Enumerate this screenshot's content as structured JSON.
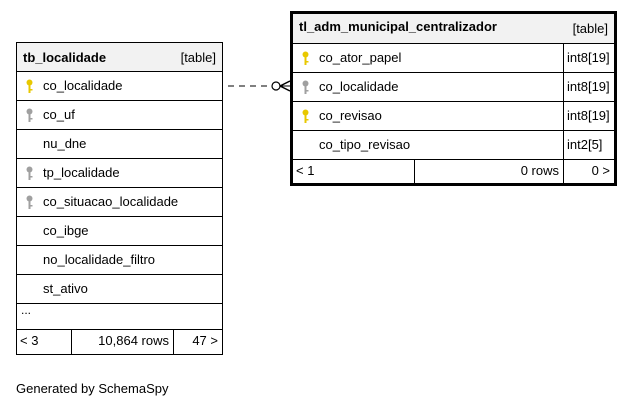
{
  "tables": {
    "tb_localidade": {
      "name": "tb_localidade",
      "kind": "[table]",
      "columns": [
        {
          "name": "co_localidade",
          "key": "primary"
        },
        {
          "name": "co_uf",
          "key": "foreign"
        },
        {
          "name": "nu_dne",
          "key": "none"
        },
        {
          "name": "tp_localidade",
          "key": "foreign"
        },
        {
          "name": "co_situacao_localidade",
          "key": "foreign"
        },
        {
          "name": "co_ibge",
          "key": "none"
        },
        {
          "name": "no_localidade_filtro",
          "key": "none"
        },
        {
          "name": "st_ativo",
          "key": "none"
        }
      ],
      "more": "...",
      "footer": {
        "parents": "< 3",
        "rows": "10,864 rows",
        "children": "47 >"
      }
    },
    "tl_adm": {
      "name": "tl_adm_municipal_centralizador",
      "kind": "[table]",
      "columns": [
        {
          "name": "co_ator_papel",
          "type": "int8[19]",
          "key": "primary"
        },
        {
          "name": "co_localidade",
          "type": "int8[19]",
          "key": "foreign"
        },
        {
          "name": "co_revisao",
          "type": "int8[19]",
          "key": "primary"
        },
        {
          "name": "co_tipo_revisao",
          "type": "int2[5]",
          "key": "none"
        }
      ],
      "footer": {
        "parents": "< 1",
        "rows": "0 rows",
        "children": "0 >"
      }
    }
  },
  "key_colors": {
    "primary": "#e8c800",
    "foreign": "#a0a0a0"
  },
  "footer_text": "Generated by SchemaSpy"
}
